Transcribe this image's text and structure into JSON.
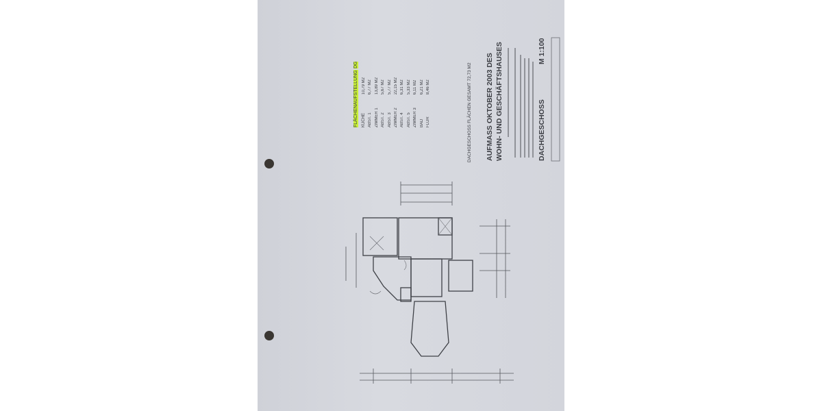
{
  "area_table": {
    "title": "FLÄCHENAUFSTELLUNG",
    "floor": "DG",
    "rows": [
      {
        "room": "KÜCHE",
        "area": "10,79 M2"
      },
      {
        "room": "ABST. 1",
        "area": "6,77 M2"
      },
      {
        "room": "ZIMMER 1",
        "area": "13,89 M2"
      },
      {
        "room": "ABST. 2",
        "area": "5,67 M2"
      },
      {
        "room": "ABST. 3",
        "area": "5,77 M2"
      },
      {
        "room": "ZIMMER 2",
        "area": "22,15 M2"
      },
      {
        "room": "ABST. 4",
        "area": "6,31 M2"
      },
      {
        "room": "ABST. 5",
        "area": "5,33 M2"
      },
      {
        "room": "ZIMMER 3",
        "area": "6,11 M2"
      },
      {
        "room": "BAD",
        "area": "6,21 M2"
      },
      {
        "room": "FLUR",
        "area": "8,46 M2"
      }
    ],
    "total_label": "DACHGESCHOSS FLÄCHEN GESAMT",
    "total_value": "72,73 M2"
  },
  "title_block": {
    "line1": "AUFMASS OKTOBER 2003 DES",
    "line2": "WOHN- UND GESCHÄFTSHAUSES",
    "floor_name": "DACHGESCHOSS",
    "scale": "M 1:100"
  },
  "colors": {
    "highlight": "#c9f03a",
    "paper": "#d4d6dc",
    "ink": "#3c3e44"
  }
}
